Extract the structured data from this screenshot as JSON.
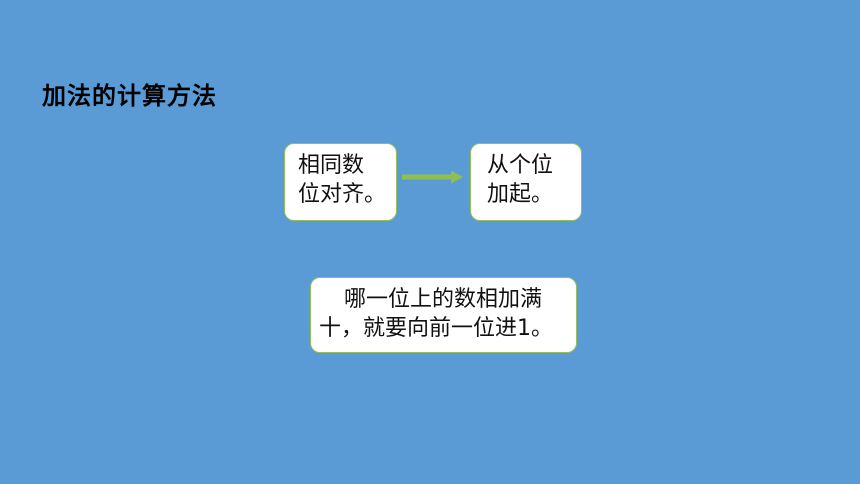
{
  "slide": {
    "title": "加法的计算方法",
    "step1": {
      "line1": "相同数",
      "line2": "位对齐。"
    },
    "step2": {
      "line1": "从个位",
      "line2": "加起。"
    },
    "rule": {
      "line1": "哪一位上的数相加满",
      "line2": "十，就要向前一位进1。"
    }
  },
  "colors": {
    "background": "#5b9bd5",
    "box_border": "#92c05a",
    "arrow": "#8fc04d",
    "box_fill": "#ffffff"
  },
  "icons": [
    "right-arrow-icon"
  ]
}
